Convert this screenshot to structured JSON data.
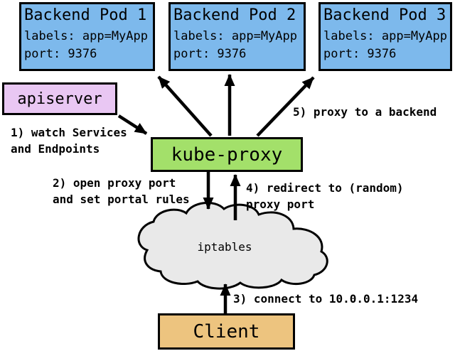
{
  "colors": {
    "pod-fill": "#7db9ec",
    "apiserver-fill": "#e9c7f3",
    "kubeproxy-fill": "#a3e06a",
    "client-fill": "#edc47f",
    "cloud-fill": "#e9e9e9",
    "line": "#000000",
    "canvas-bg": "#ffffff"
  },
  "pods": [
    {
      "title": "Backend Pod 1",
      "labels_line": "labels: app=MyApp",
      "port_line": "port: 9376"
    },
    {
      "title": "Backend Pod 2",
      "labels_line": "labels: app=MyApp",
      "port_line": "port: 9376"
    },
    {
      "title": "Backend Pod 3",
      "labels_line": "labels: app=MyApp",
      "port_line": "port: 9376"
    }
  ],
  "nodes": {
    "apiserver": "apiserver",
    "kube_proxy": "kube-proxy",
    "iptables": "iptables",
    "client": "Client"
  },
  "annotations": {
    "step1": "1) watch Services\nand Endpoints",
    "step2": "2) open proxy port\nand set portal rules",
    "step3": "3) connect to 10.0.0.1:1234",
    "step4": "4) redirect to (random)\nproxy port",
    "step5": "5) proxy to a backend"
  }
}
